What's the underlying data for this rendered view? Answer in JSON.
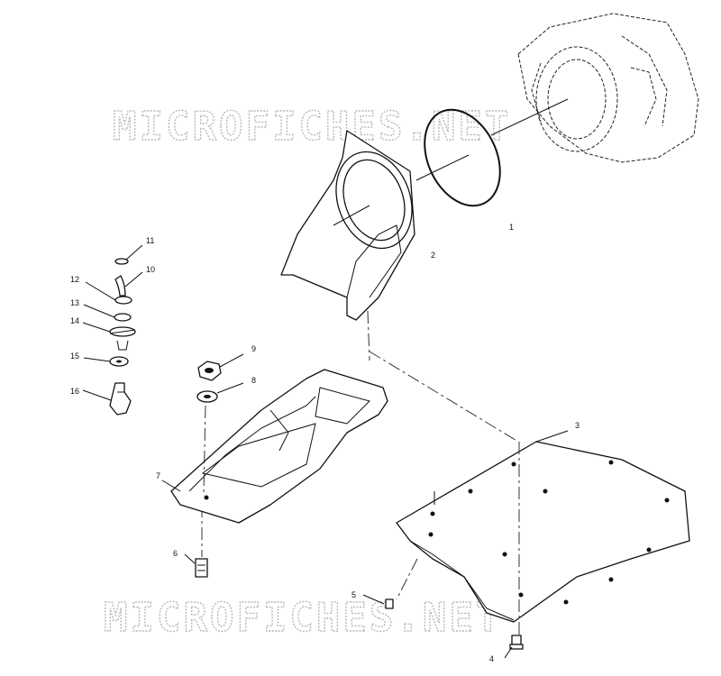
{
  "watermark": {
    "top": "MICROFICHES.NET",
    "bottom": "MICROFICHES.NET"
  },
  "callouts": [
    "1",
    "2",
    "3",
    "4",
    "5",
    "6",
    "7",
    "8",
    "9",
    "10",
    "11",
    "12",
    "13",
    "14",
    "15",
    "16"
  ]
}
